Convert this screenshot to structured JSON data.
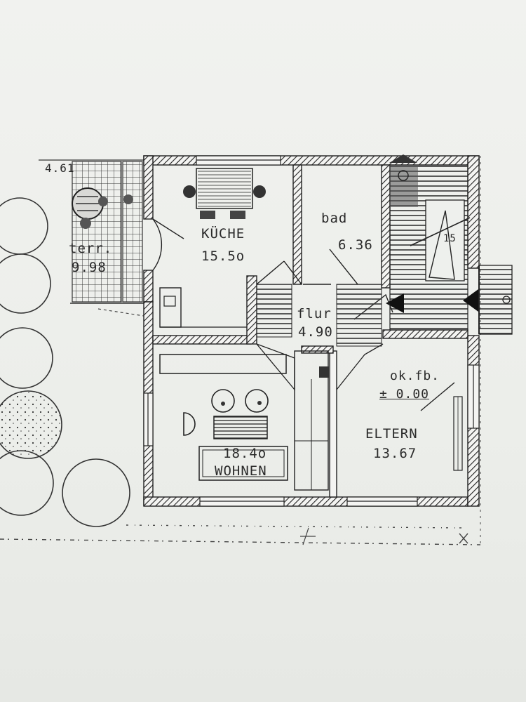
{
  "plan": {
    "dimension_mark": "4.61",
    "level_label": "ok.fb.",
    "level_value": "± 0.00",
    "stair_steps": "15",
    "rooms": [
      {
        "key": "terrace",
        "name": "terr.",
        "area": "9.98"
      },
      {
        "key": "kitchen",
        "name": "KÜCHE",
        "area": "15.5o"
      },
      {
        "key": "bath",
        "name": "bad",
        "area": "6.36"
      },
      {
        "key": "hall",
        "name": "flur",
        "area": "4.90"
      },
      {
        "key": "living",
        "name": "WOHNEN",
        "area": "18.4o"
      },
      {
        "key": "parents",
        "name": "ELTERN",
        "area": "13.67"
      }
    ]
  }
}
